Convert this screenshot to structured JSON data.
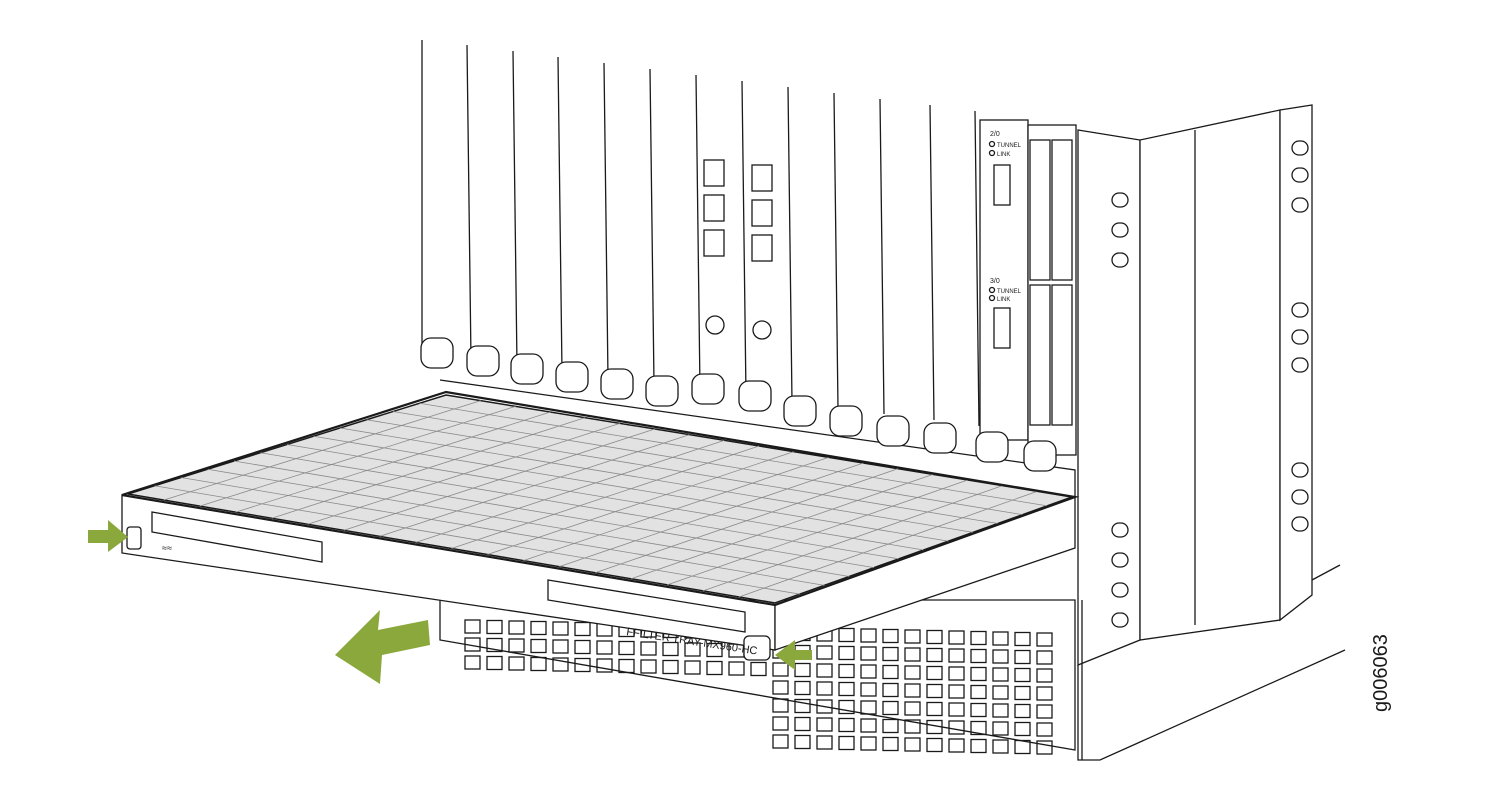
{
  "figure": {
    "tray_label": "FFILTER TRAY-MX960-HC",
    "figure_id": "g006063",
    "card_labels": [
      {
        "port": "2/0",
        "led1": "TUNNEL",
        "led2": "LINK"
      },
      {
        "port": "3/0",
        "led1": "TUNNEL",
        "led2": "LINK"
      }
    ]
  },
  "colors": {
    "arrow": "#8aa83c",
    "filter": "#e2e2e2",
    "line": "#1a1a1a"
  }
}
